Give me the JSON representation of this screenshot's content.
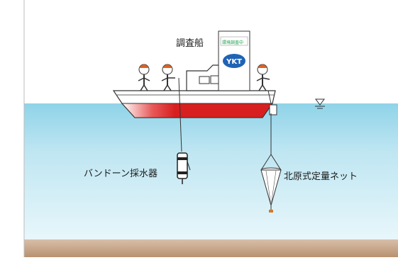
{
  "labels": {
    "vessel": "調査船",
    "van_dorn_sampler": "バンドーン採水器",
    "kitahara_net": "北原式定量ネット",
    "sign_text": "環境調査中",
    "sign_logo": "YKT"
  },
  "colors": {
    "sky": "#ffffff",
    "sea_top": "#8fd3e8",
    "sea_bottom": "#e6f6fb",
    "seabed": "#c8a88d",
    "hull_red": "#d71f1f",
    "helmet": "#e0621f",
    "sign_logo_green": "#18a04a",
    "sign_logo_blue": "#1f63b5"
  },
  "icons": [
    "water-surface-marker-icon",
    "van-dorn-sampler-icon",
    "plankton-net-icon",
    "worker-icon",
    "sign-logo-icon"
  ]
}
